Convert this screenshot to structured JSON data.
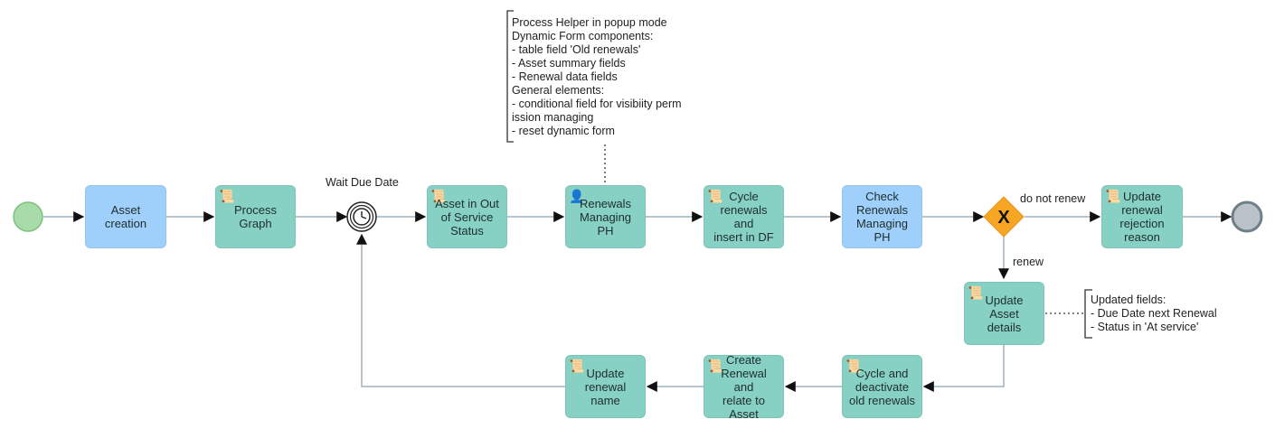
{
  "events": {
    "start": {
      "name": "start-event"
    },
    "timer_label": "Wait Due Date",
    "end": {
      "name": "end-event"
    }
  },
  "tasks": {
    "asset_creation": "Asset\ncreation",
    "process_graph": "Process\nGraph",
    "out_of_service": "Asset in Out\nof Service\nStatus",
    "renewals_managing": "Renewals\nManaging PH",
    "cycle_renewals": "Cycle\nrenewals and\ninsert in DF",
    "check_renewals": "Check\nRenewals\nManaging PH",
    "update_rejection": "Update\nrenewal\nrejection\nreason",
    "update_asset": "Update Asset\ndetails",
    "cycle_deactivate": "Cycle and\ndeactivate\nold renewals",
    "create_renewal": "Create\nRenewal and\nrelate to\nAsset",
    "update_name": "Update\nrenewal\nname"
  },
  "gateway": {
    "symbol": "X",
    "label_no": "do not renew",
    "label_yes": "renew"
  },
  "notes": {
    "helper": "Process Helper in popup mode\nDynamic Form components:\n- table field 'Old renewals'\n- Asset summary fields\n- Renewal data fields\nGeneral elements:\n- conditional field for visibiity perm\nission managing\n- reset dynamic form",
    "updated_fields": "Updated fields:\n- Due Date next Renewal\n- Status in 'At service'"
  },
  "icons": {
    "script": "scroll-icon",
    "user": "user-icon",
    "timer": "clock-icon"
  },
  "colors": {
    "script_task": "#86d0c4",
    "manual_task": "#9fcffb",
    "start_event": "#a8dba8",
    "end_event": "#b8c2c8",
    "gateway": "#f6a623",
    "flow_line": "#9fb3bd"
  }
}
